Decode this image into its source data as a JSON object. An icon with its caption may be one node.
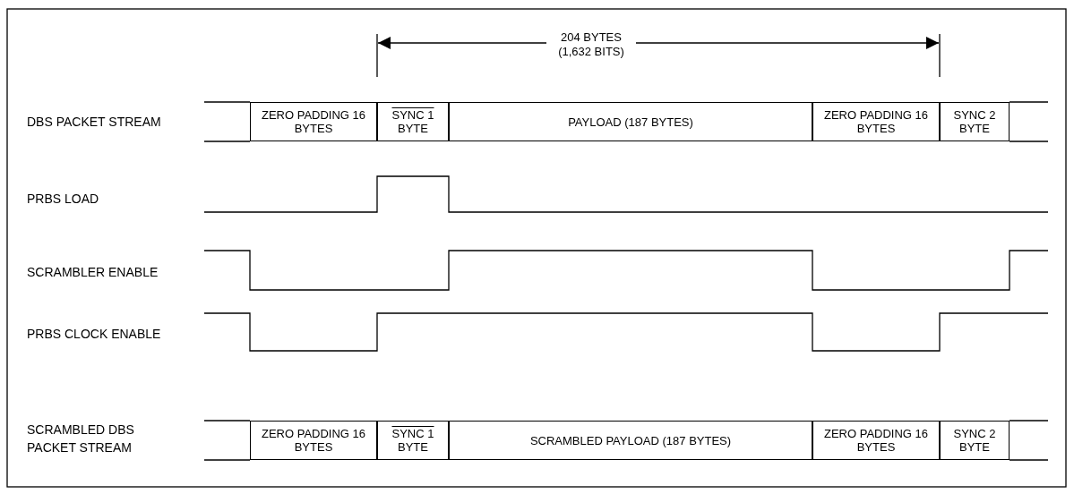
{
  "diagram": {
    "nodes": [
      {
        "text": [
          "ZERO PADDING 16 BYTES"
        ]
      },
      {
        "text": [
          "SYNC 1",
          "BYTE"
        ]
      },
      {
        "text": [
          "PAYLOAD (187 BYTES)"
        ]
      },
      {
        "text": [
          "ZERO PADDING 16 BYTES"
        ]
      },
      {
        "text": [
          "SYNC 2",
          "BYTE"
        ]
      },
      {
        "text": [
          "ZERO PADDING 16 BYTES"
        ]
      },
      {
        "text": [
          "SYNC 1",
          "BYTE"
        ]
      },
      {
        "text": [
          "SCRAMBLED PAYLOAD (187 BYTES)"
        ]
      },
      {
        "text": [
          "ZERO PADDING 16 BYTES"
        ]
      },
      {
        "text": [
          "SYNC 2",
          "BYTE"
        ]
      }
    ],
    "labels": [
      "204 BYTES (1,632 BITS)",
      "DBS PACKET STREAM",
      "PRBS LOAD",
      "SCRAMBLER ENABLE",
      "PRBS CLOCK ENABLE",
      "SCRAMBLED DBS PACKET STREAM"
    ]
  }
}
